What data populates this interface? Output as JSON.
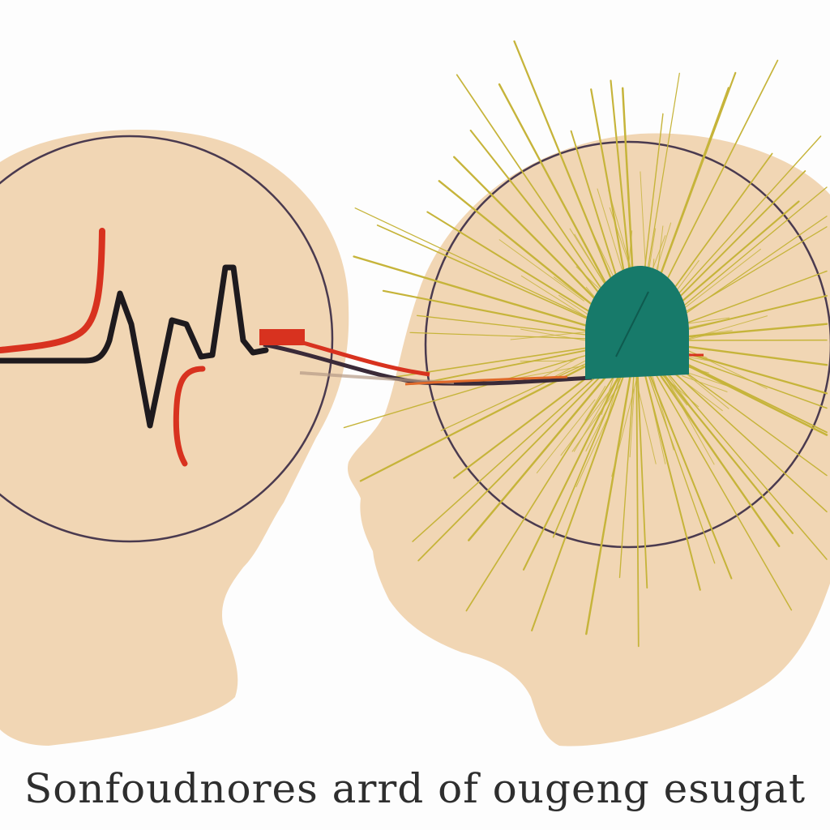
{
  "caption": "Sonfoudnores arrd of ougeng esugat",
  "colors": {
    "background": "#fdfdfd",
    "skin": "#f1d6b4",
    "outline": "#4a3a4f",
    "heartbeat": "#1e1a1e",
    "signal_red": "#d8321f",
    "rays": "#c6b43a",
    "dome": "#177a6a"
  },
  "icons": [
    "left-head-silhouette",
    "right-head-silhouette",
    "heartbeat-waveform",
    "radiating-rays",
    "green-dome"
  ]
}
